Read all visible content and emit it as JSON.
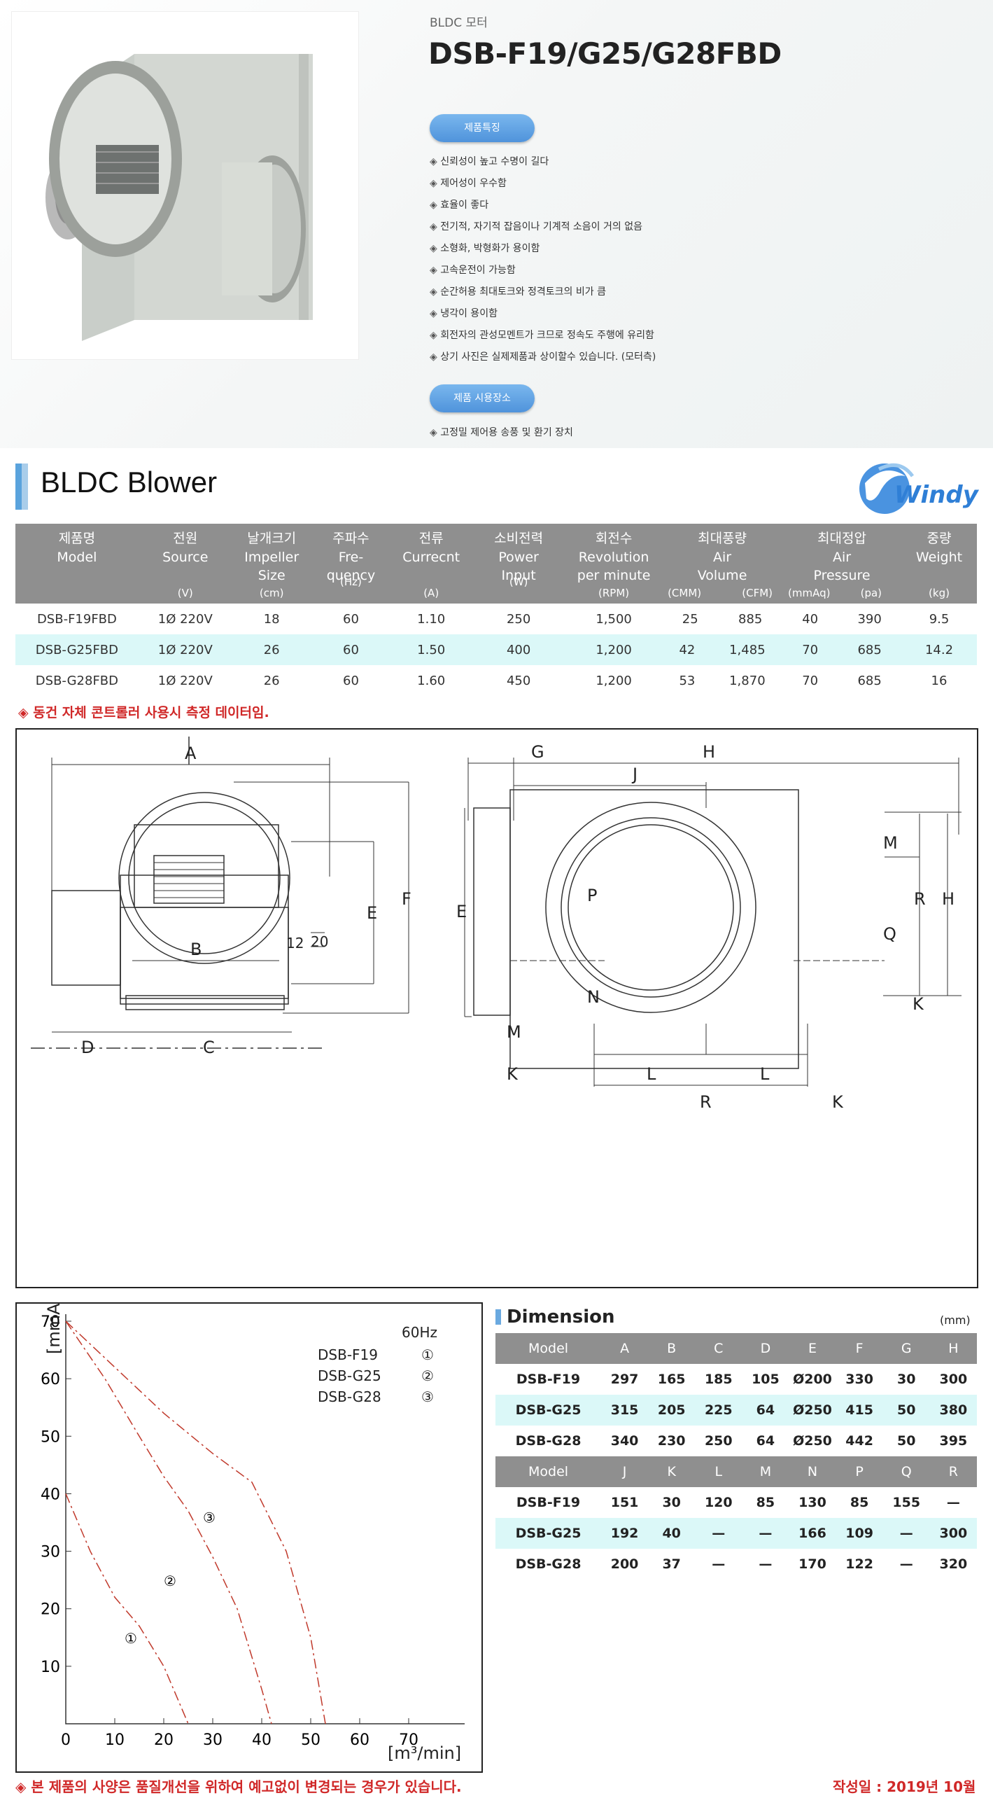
{
  "category": "BLDC 모터",
  "product_title": "DSB-F19/G25/G28FBD",
  "features_button": "제품특징",
  "features": [
    "신뢰성이 높고 수명이 길다",
    "제어성이 우수함",
    "효율이 좋다",
    "전기적, 자기적 잡음이나 기계적 소음이 거의 없음",
    "소형화, 박형화가 용이함",
    "고속운전이 가능함",
    "순간허용 최대토크와 정격토크의 비가 큼",
    "냉각이 용이함",
    "회전자의 관성모멘트가 크므로 정속도 주행에 유리함",
    "상기 사진은 실제제품과 상이할수 있습니다. (모터측)"
  ],
  "usage_button": "제품 시용장소",
  "usage": [
    "고정밀 제어용 송풍 및 환기 장치"
  ],
  "section_title": "BLDC Blower",
  "logo_text": "Windy",
  "spec_table": {
    "headers": [
      {
        "ko": "제품명",
        "en": "Model",
        "unit": ""
      },
      {
        "ko": "전원",
        "en": "Source",
        "unit": "(V)"
      },
      {
        "ko": "날개크기",
        "en": "Impeller Size",
        "unit": "(cm)"
      },
      {
        "ko": "주파수",
        "en": "Fre- quency",
        "unit": "(Hz)"
      },
      {
        "ko": "전류",
        "en": "Currecnt",
        "unit": "(A)"
      },
      {
        "ko": "소비전력",
        "en": "Power Input",
        "unit": "(W)"
      },
      {
        "ko": "회전수",
        "en": "Revolution per minute",
        "unit": "(RPM)"
      },
      {
        "ko": "최대풍량",
        "en": "Air Volume",
        "unit": "(CMM)",
        "unit2": "(CFM)"
      },
      {
        "ko": "최대정압",
        "en": "Air Pressure",
        "unit": "(mmAq)",
        "unit2": "(pa)"
      },
      {
        "ko": "중량",
        "en": "Weight",
        "unit": "(kg)"
      }
    ],
    "rows": [
      [
        "DSB-F19FBD",
        "1Ø 220V",
        "18",
        "60",
        "1.10",
        "250",
        "1,500",
        "25",
        "885",
        "40",
        "390",
        "9.5"
      ],
      [
        "DSB-G25FBD",
        "1Ø 220V",
        "26",
        "60",
        "1.50",
        "400",
        "1,200",
        "42",
        "1,485",
        "70",
        "685",
        "14.2"
      ],
      [
        "DSB-G28FBD",
        "1Ø 220V",
        "26",
        "60",
        "1.60",
        "450",
        "1,200",
        "53",
        "1,870",
        "70",
        "685",
        "16"
      ]
    ]
  },
  "spec_note": "◈ 동건 자체 콘트롤러 사용시 측정 데이터임.",
  "drawing_labels": {
    "A": "A",
    "B": "B",
    "C": "C",
    "D": "D",
    "E": "E",
    "F": "F",
    "G": "G",
    "H": "H",
    "J": "J",
    "K": "K",
    "L": "L",
    "M": "M",
    "N": "N",
    "P": "P",
    "Q": "Q",
    "R": "R",
    "n12": "12",
    "n20": "20"
  },
  "chart_data": {
    "type": "line",
    "ylabel": "[mmAq]",
    "xlabel": "[m³/min]",
    "xlim": [
      0,
      80
    ],
    "ylim": [
      0,
      70
    ],
    "xticks": [
      0,
      10,
      20,
      30,
      40,
      50,
      60,
      70
    ],
    "yticks": [
      10,
      20,
      30,
      40,
      50,
      60,
      70
    ],
    "legend_title": "60Hz",
    "series": [
      {
        "name": "DSB-F19",
        "marker": "①",
        "x": [
          0,
          5,
          10,
          15,
          20,
          25
        ],
        "y": [
          40,
          30,
          22,
          17,
          10,
          0
        ]
      },
      {
        "name": "DSB-G25",
        "marker": "②",
        "x": [
          0,
          8,
          15,
          20,
          25,
          30,
          35,
          40,
          42
        ],
        "y": [
          70,
          60,
          50,
          43,
          37,
          29,
          20,
          6,
          0
        ]
      },
      {
        "name": "DSB-G28",
        "marker": "③",
        "x": [
          0,
          10,
          20,
          30,
          38,
          45,
          50,
          53
        ],
        "y": [
          70,
          62,
          54,
          47,
          42,
          30,
          15,
          0
        ]
      }
    ],
    "grid": false,
    "line_color": "#c0392b"
  },
  "dimension": {
    "title": "Dimension",
    "unit": "(mm)",
    "header1": [
      "Model",
      "A",
      "B",
      "C",
      "D",
      "E",
      "F",
      "G",
      "H"
    ],
    "rows1": [
      [
        "DSB-F19",
        "297",
        "165",
        "185",
        "105",
        "Ø200",
        "330",
        "30",
        "300"
      ],
      [
        "DSB-G25",
        "315",
        "205",
        "225",
        "64",
        "Ø250",
        "415",
        "50",
        "380"
      ],
      [
        "DSB-G28",
        "340",
        "230",
        "250",
        "64",
        "Ø250",
        "442",
        "50",
        "395"
      ]
    ],
    "header2": [
      "Model",
      "J",
      "K",
      "L",
      "M",
      "N",
      "P",
      "Q",
      "R"
    ],
    "rows2": [
      [
        "DSB-F19",
        "151",
        "30",
        "120",
        "85",
        "130",
        "85",
        "155",
        "—"
      ],
      [
        "DSB-G25",
        "192",
        "40",
        "—",
        "—",
        "166",
        "109",
        "—",
        "300"
      ],
      [
        "DSB-G28",
        "200",
        "37",
        "—",
        "—",
        "170",
        "122",
        "—",
        "320"
      ]
    ]
  },
  "footer_note": "◈ 본 제품의 사양은 품질개선을 위하여 예고없이 변경되는 경우가 있습니다.",
  "footer_date": "작성일 : 2019년 10월"
}
